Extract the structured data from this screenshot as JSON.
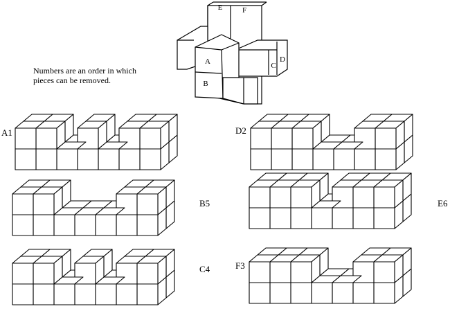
{
  "caption": {
    "line1": "Numbers are an order in which",
    "line2": "pieces can be removed."
  },
  "assembly_labels": {
    "a": "A",
    "b": "B",
    "c": "C",
    "d": "D",
    "e": "E",
    "f": "F"
  },
  "pieces": [
    {
      "label": "A1",
      "columns": [
        2,
        2,
        1,
        2,
        1,
        2,
        2
      ]
    },
    {
      "label": "B5",
      "columns": [
        2,
        2,
        1,
        1,
        1,
        2,
        2
      ]
    },
    {
      "label": "C4",
      "columns": [
        2,
        2,
        1,
        2,
        1,
        2,
        2
      ]
    },
    {
      "label": "D2",
      "columns": [
        2,
        2,
        2,
        1,
        1,
        2,
        2
      ]
    },
    {
      "label": "E6",
      "columns": [
        2,
        2,
        2,
        1,
        2,
        2,
        2
      ]
    },
    {
      "label": "F3",
      "columns": [
        2,
        2,
        2,
        1,
        1,
        2,
        2
      ]
    }
  ]
}
